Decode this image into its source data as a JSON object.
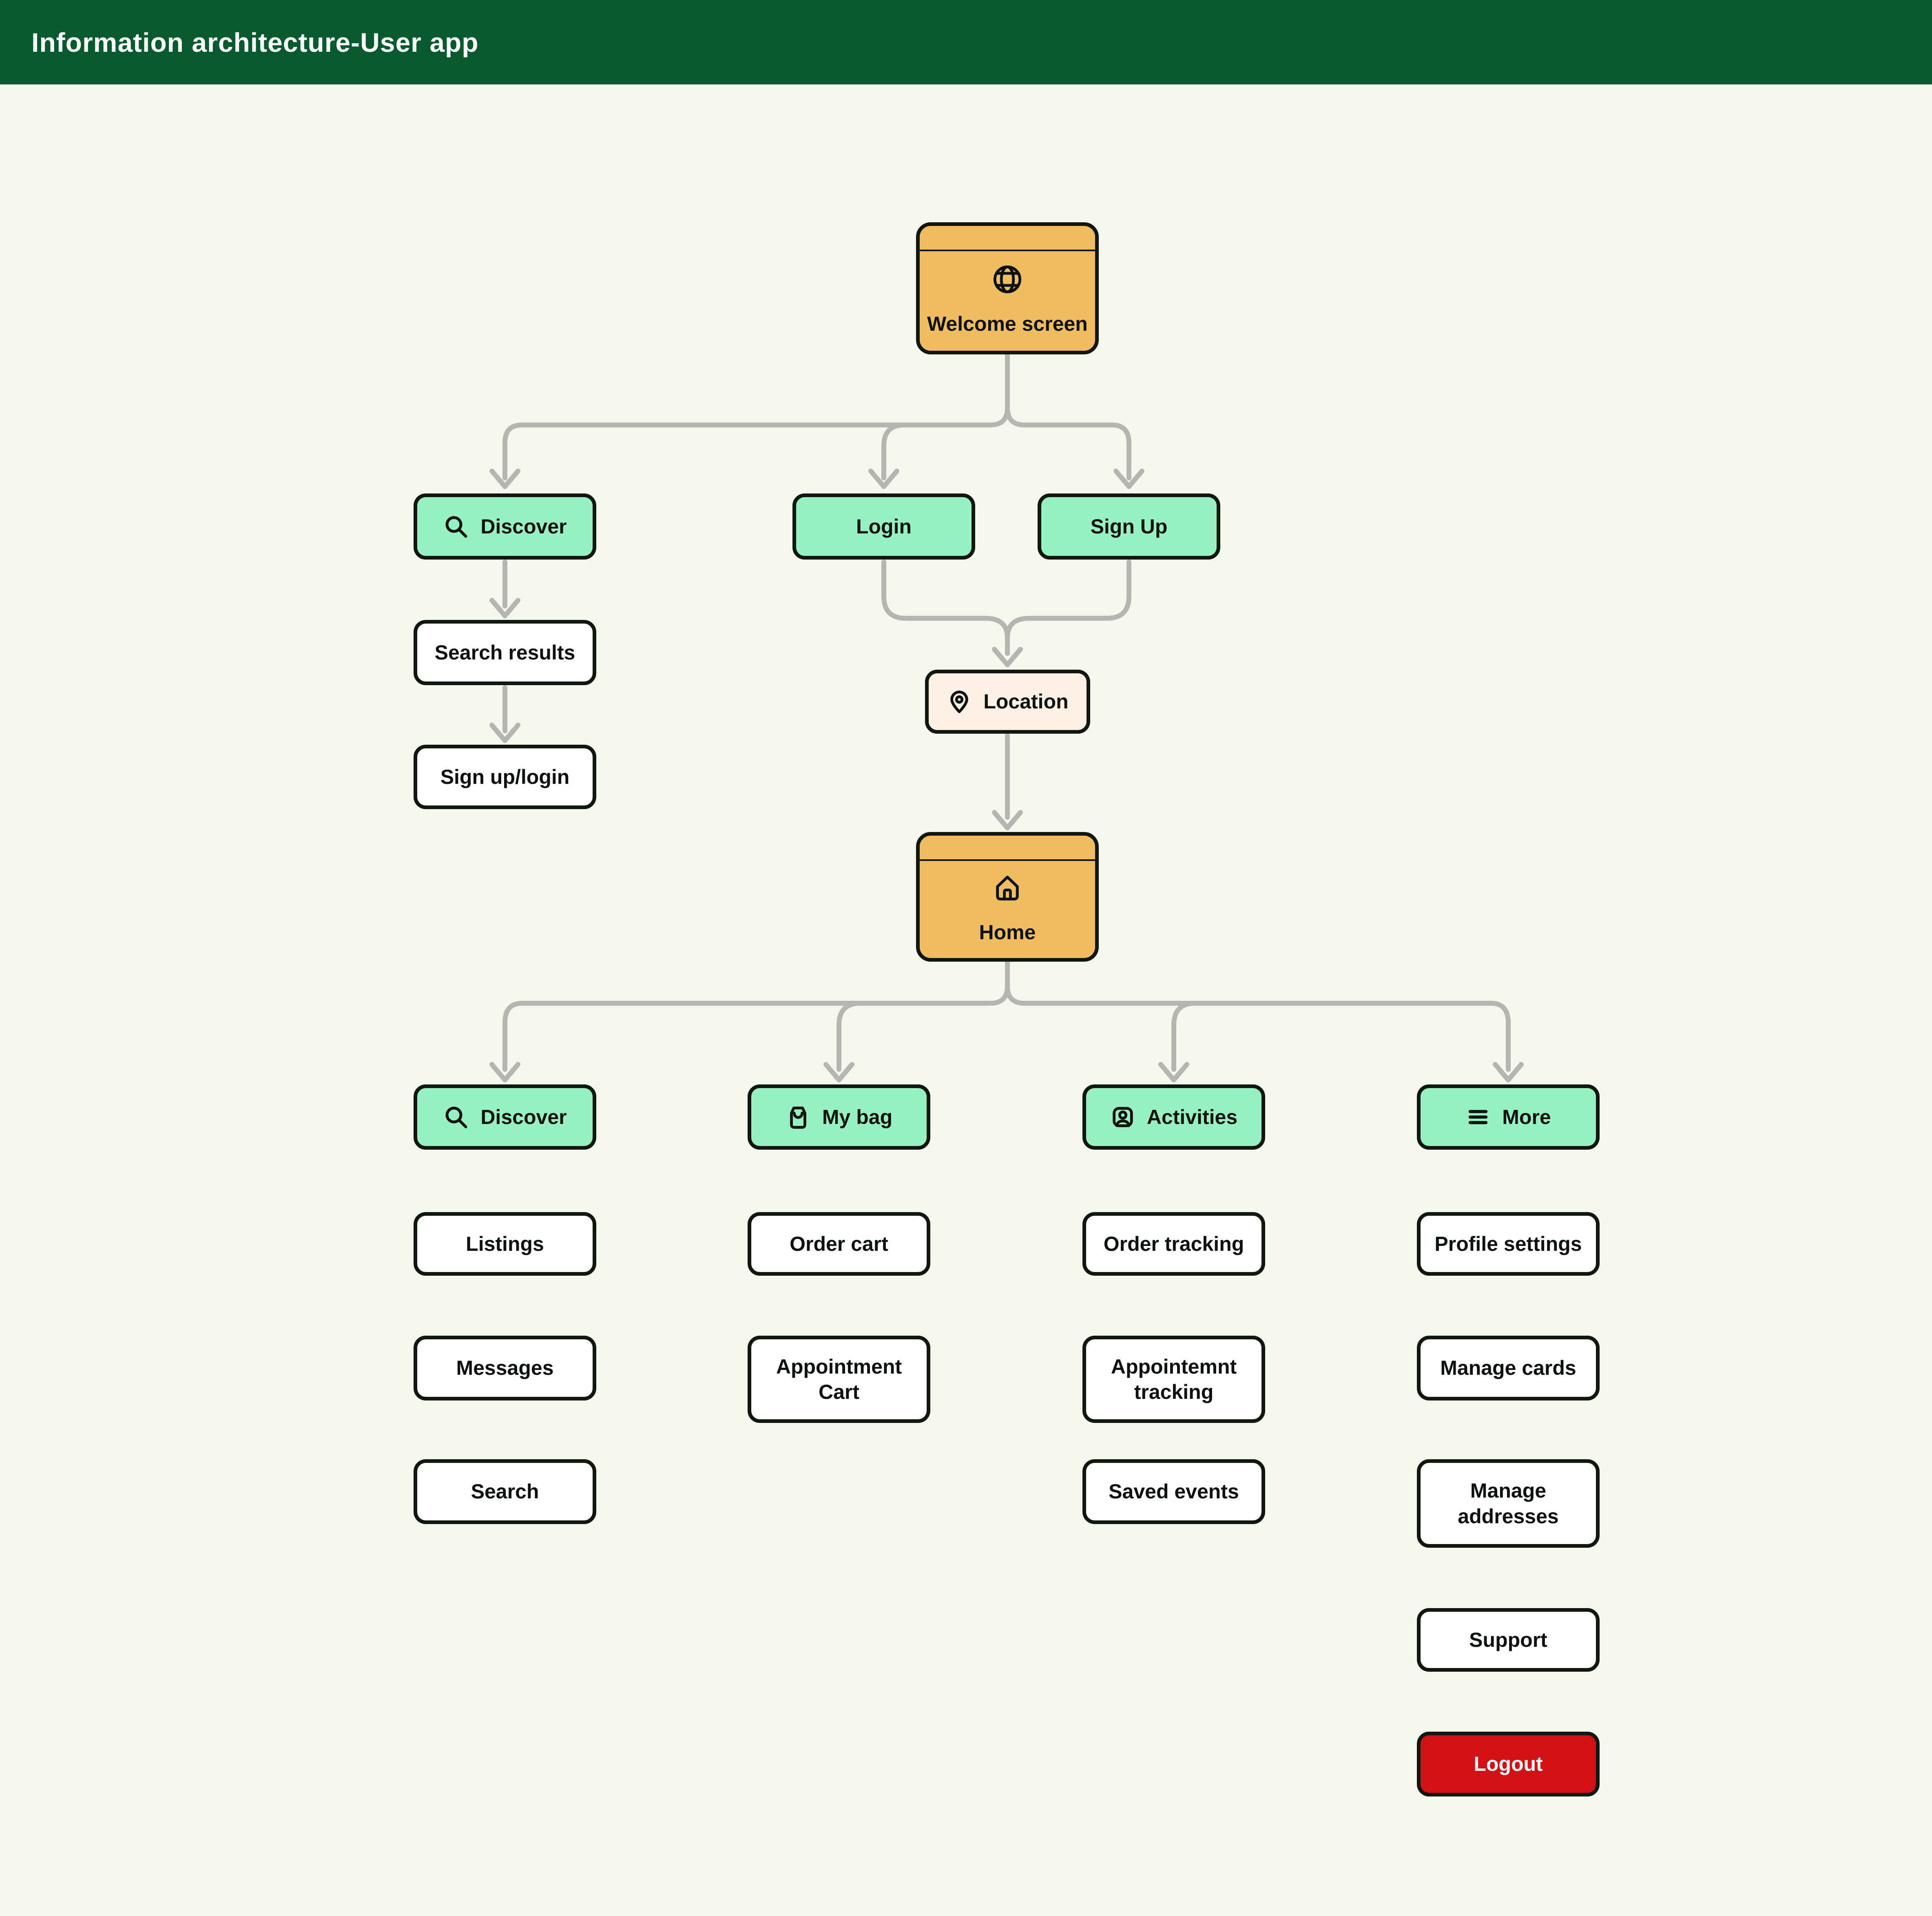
{
  "header": {
    "title": "Information architecture-User app"
  },
  "colors": {
    "header_bg": "#065A2D",
    "canvas_bg": "#F5F7EF",
    "node_green": "#97F1C2",
    "node_orange": "#EFBC62",
    "node_cream": "#FBF0E3",
    "node_white": "#FFFFFF",
    "logout_red": "#D11114",
    "outline_black": "#10170F",
    "connector_gray": "#B4B6B1"
  },
  "nodes": {
    "welcome": {
      "label": "Welcome screen",
      "icon": "globe-icon"
    },
    "discover_top": {
      "label": "Discover",
      "icon": "search-icon"
    },
    "login": {
      "label": "Login"
    },
    "signup": {
      "label": "Sign Up"
    },
    "search_results": {
      "label": "Search results"
    },
    "signup_login": {
      "label": "Sign up/login"
    },
    "location": {
      "label": "Location",
      "icon": "location-pin-icon"
    },
    "home": {
      "label": "Home",
      "icon": "home-icon"
    },
    "discover": {
      "label": "Discover",
      "icon": "search-icon"
    },
    "my_bag": {
      "label": "My bag",
      "icon": "shopping-bag-icon"
    },
    "activities": {
      "label": "Activities",
      "icon": "user-icon"
    },
    "more": {
      "label": "More",
      "icon": "menu-icon"
    },
    "listings": {
      "label": "Listings"
    },
    "messages": {
      "label": "Messages"
    },
    "search": {
      "label": "Search"
    },
    "order_cart": {
      "label": "Order cart"
    },
    "appointment_cart": {
      "label": "Appointment Cart"
    },
    "order_tracking": {
      "label": "Order tracking"
    },
    "appointemnt_tracking": {
      "label": "Appointemnt tracking"
    },
    "saved_events": {
      "label": "Saved events"
    },
    "profile_settings": {
      "label": "Profile settings"
    },
    "manage_cards": {
      "label": "Manage cards"
    },
    "manage_addresses": {
      "label": "Manage addresses"
    },
    "support": {
      "label": "Support"
    },
    "logout": {
      "label": "Logout"
    }
  }
}
